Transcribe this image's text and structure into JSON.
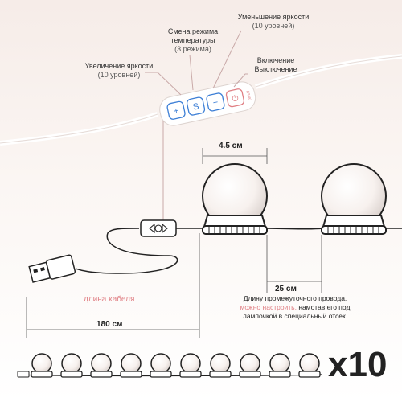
{
  "labels": {
    "temp_mode": {
      "line1": "Смена режима",
      "line2": "температуры",
      "sub": "(3 режима)"
    },
    "brightness_down": {
      "title": "Уменьшение яркости",
      "sub": "(10 уровней)"
    },
    "brightness_up": {
      "title": "Увеличение яркости",
      "sub": "(10 уровней)"
    },
    "power": {
      "line1": "Включение",
      "line2": "Выключение"
    }
  },
  "remote": {
    "buttons": [
      "+",
      "S",
      "−",
      "⏻"
    ],
    "brand_text": "on/off"
  },
  "dimensions": {
    "bulb_width": "4.5 см",
    "bulb_spacing": "25 см",
    "cable_length": "180 см"
  },
  "cable_label": "длина кабеля",
  "note": {
    "part1": "Длину промежуточного провода,",
    "highlight": "можно настроить,",
    "part2": "намотав его под лампочкой в специальный отсек."
  },
  "count_label": "x10",
  "colors": {
    "accent": "#e07f84",
    "button_blue": "#3d7fd6",
    "line": "#c9a9a8"
  }
}
